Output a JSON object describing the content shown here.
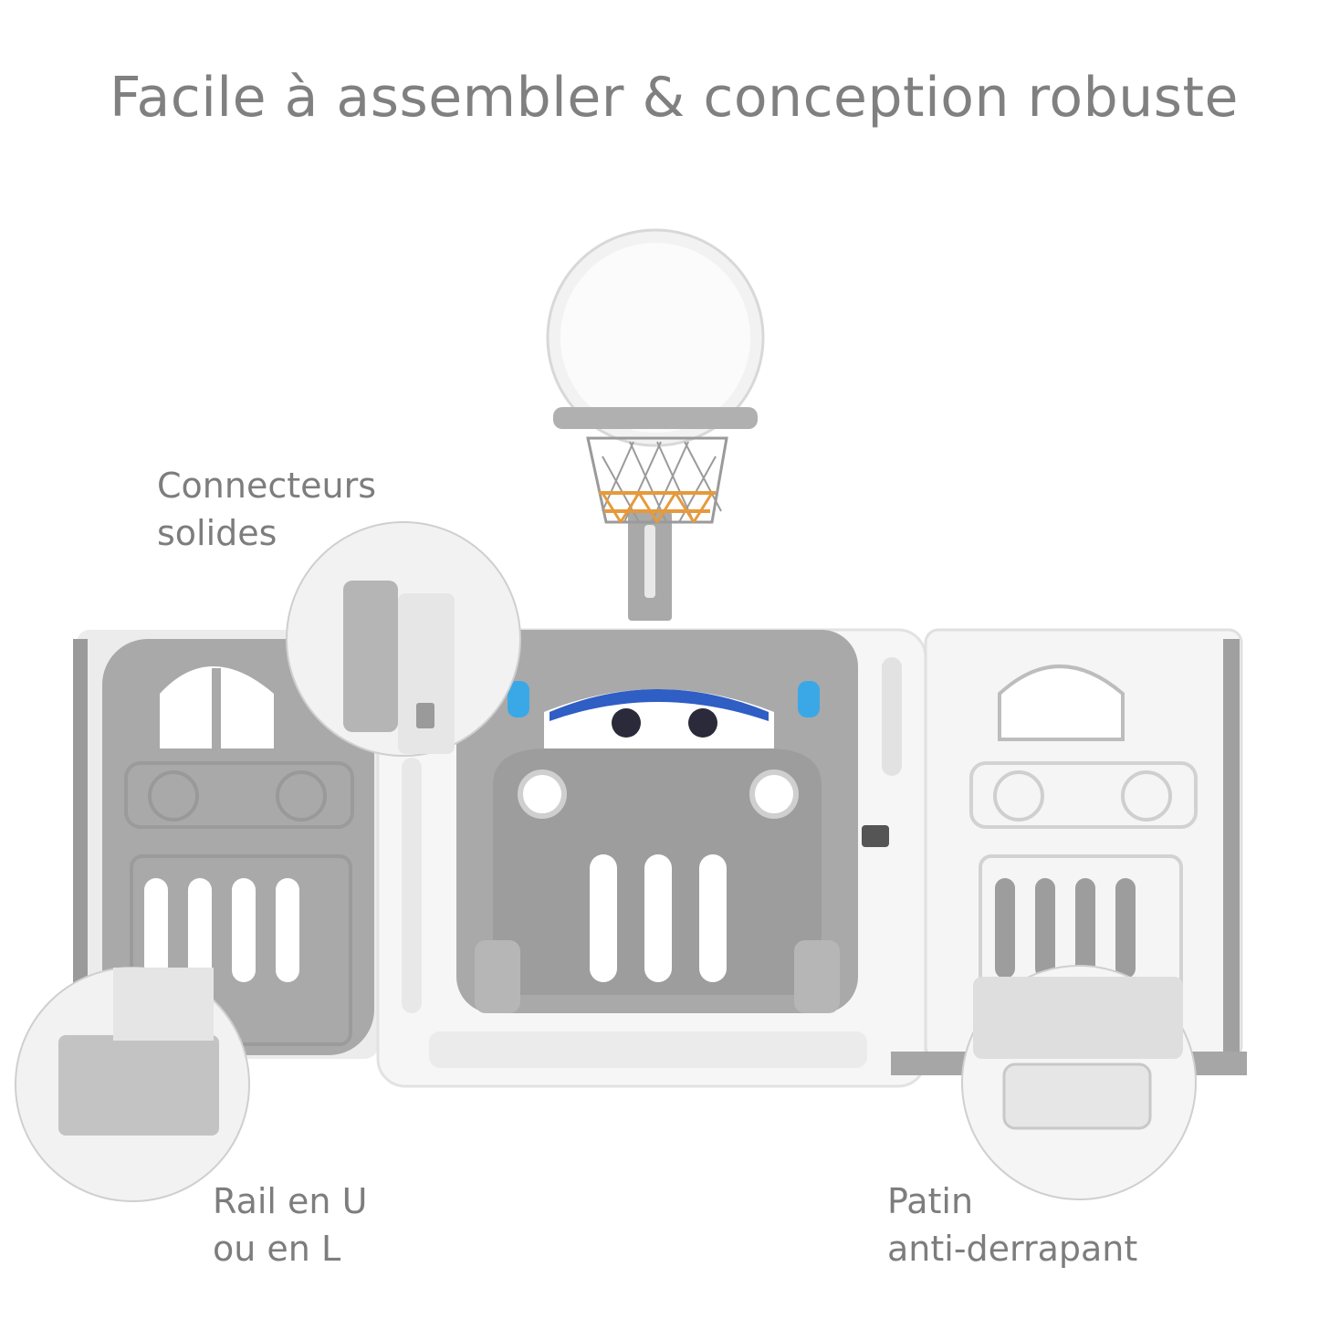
{
  "title": "Facile à assembler & conception robuste",
  "callouts": {
    "connectors": {
      "line1": "Connecteurs",
      "line2": "solides"
    },
    "rail": {
      "line1": "Rail en U",
      "line2": "ou en L"
    },
    "pad": {
      "line1": "Patin",
      "line2": "anti-derrapant"
    }
  },
  "colors": {
    "panel_grey": "#a9a9a9",
    "panel_white": "#f4f4f4",
    "accent_blue": "#2f5ec4",
    "light_blue": "#3aa8e6",
    "net_orange": "#e69a3c"
  }
}
